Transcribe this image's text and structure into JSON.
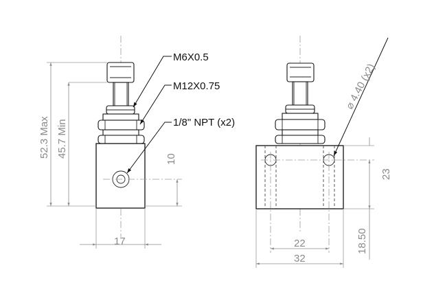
{
  "callouts": {
    "thread_small": "M6X0.5",
    "thread_large": "M12X0.75",
    "port": "1/8\" NPT (x2)",
    "hole": "⌀ 4.40 (x2)"
  },
  "dimensions": {
    "overall_max": "52.3 Max",
    "overall_min": "45.7 Min",
    "port_height": "10",
    "side_width": "17",
    "hole_spacing": "22",
    "front_width": "32",
    "hole_vertical": "23",
    "body_height": "18.50"
  }
}
